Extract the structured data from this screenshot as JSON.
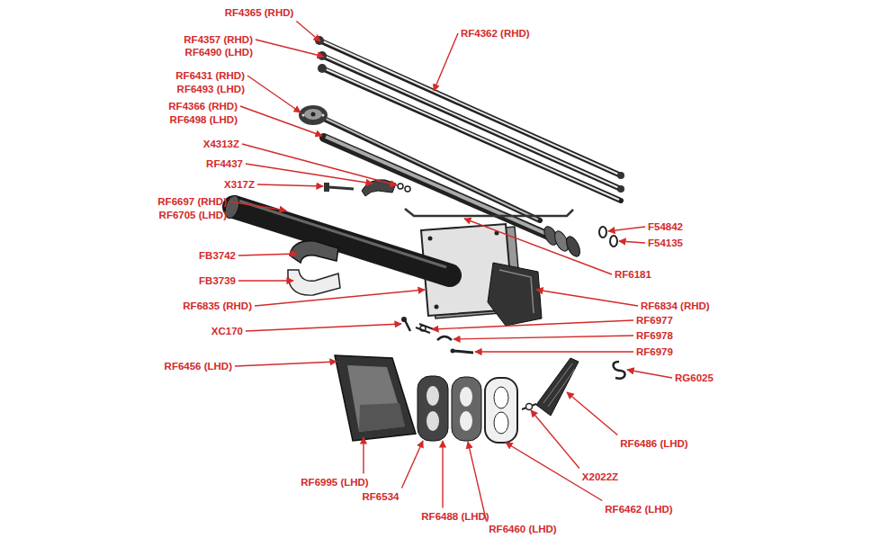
{
  "diagram": {
    "labels": [
      "RF4365 (RHD)",
      "RF4357 (RHD)",
      "RF6490 (LHD)",
      "RF4362 (RHD)",
      "RF6431 (RHD)",
      "RF6493 (LHD)",
      "RF4366 (RHD)",
      "RF6498 (LHD)",
      "X4313Z",
      "RF4437",
      "X317Z",
      "RF6697 (RHD)",
      "RF6705 (LHD)",
      "FB3742",
      "FB3739",
      "RF6835 (RHD)",
      "XC170",
      "RF6456 (LHD)",
      "RF6995 (LHD)",
      "RF6534",
      "RF6488 (LHD)",
      "RF6460 (LHD)",
      "RF6462 (LHD)",
      "X2022Z",
      "RF6486 (LHD)",
      "RG6025",
      "RF6979",
      "RF6978",
      "RF6977",
      "RF6834 (RHD)",
      "RF6181",
      "F54135",
      "F54842"
    ]
  }
}
